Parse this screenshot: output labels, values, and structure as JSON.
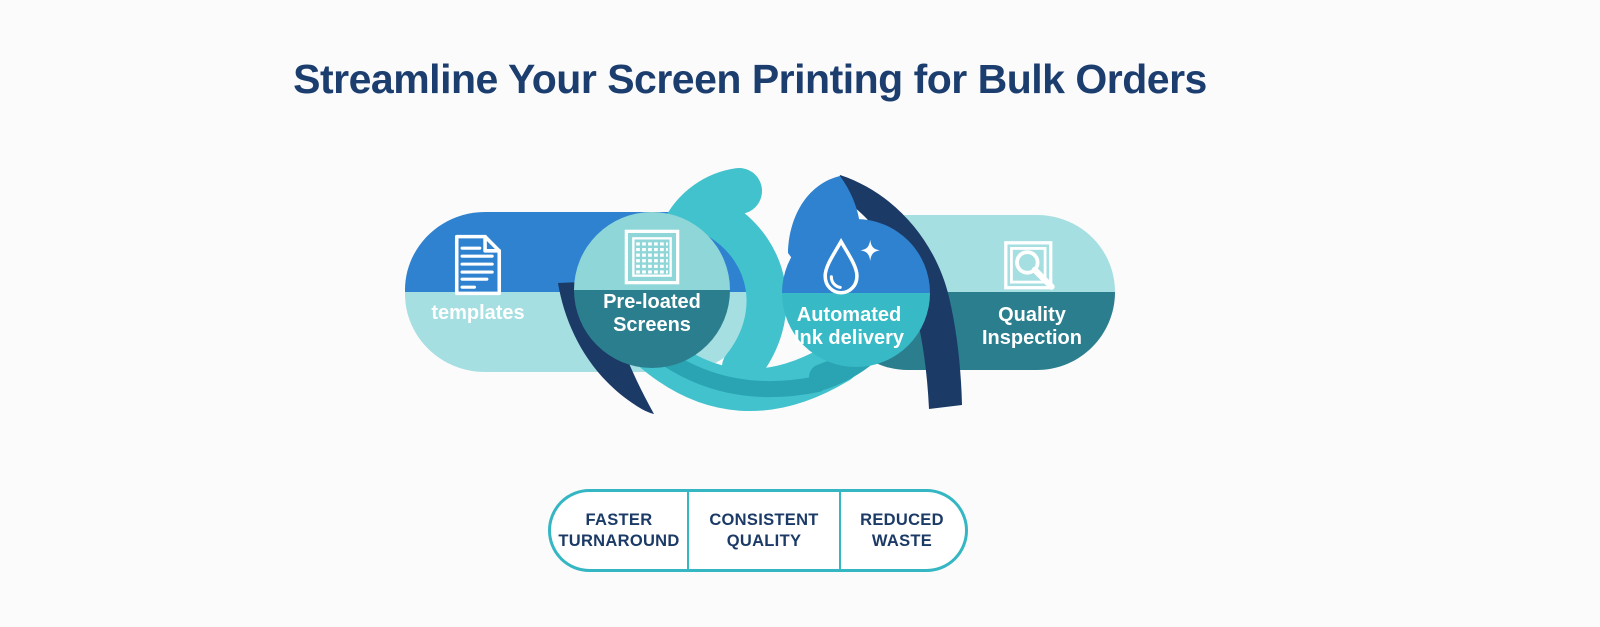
{
  "title": {
    "text": "Streamline Your Screen Printing for Bulk Orders"
  },
  "palette": {
    "blue": "#2e82cf",
    "aqua_light": "#a6dfe2",
    "teal_light": "#8fd6d8",
    "teal_dark": "#2b7e8e",
    "teal_mid": "#38b9c6",
    "swoosh_teal": "#41c2cd",
    "swoosh_teal_dark": "#2aa4b2",
    "navy": "#1b3a66",
    "title_navy": "#1c3e6f",
    "benefit_border_teal": "#35b6c3"
  },
  "steps": [
    {
      "id": "templates",
      "icon": "document-icon",
      "lines": [
        "templates"
      ]
    },
    {
      "id": "preloaded-screens",
      "icon": "mesh-screen-icon",
      "lines": [
        "Pre-loated",
        "Screens"
      ]
    },
    {
      "id": "automated-ink-delivery",
      "icon": "ink-droplet-icon",
      "lines": [
        "Automated",
        "Ink delivery"
      ]
    },
    {
      "id": "quality-inspection",
      "icon": "magnifier-icon",
      "lines": [
        "Quality",
        "Inspection"
      ]
    }
  ],
  "benefits": [
    {
      "lines": [
        "FASTER",
        "TURNAROUND"
      ]
    },
    {
      "lines": [
        "CONSISTENT",
        "QUALITY"
      ]
    },
    {
      "lines": [
        "REDUCED",
        "WASTE"
      ]
    }
  ]
}
